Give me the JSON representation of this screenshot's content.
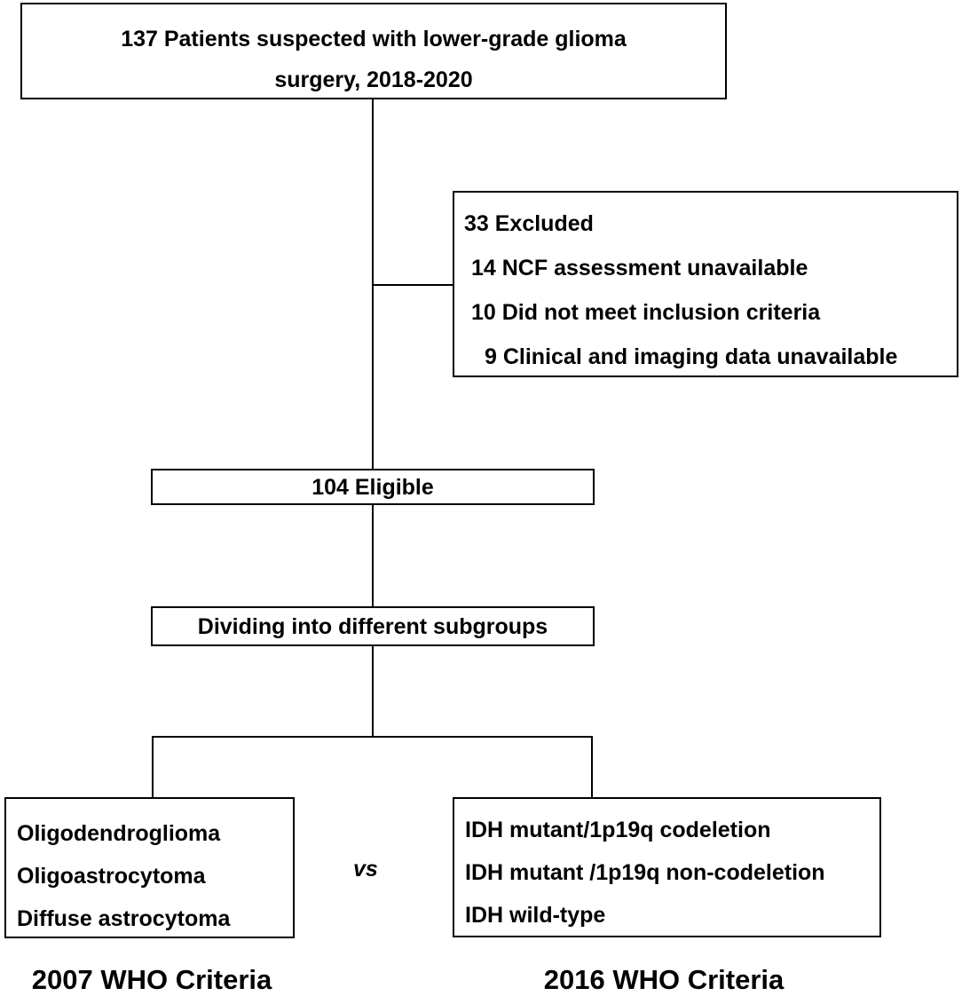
{
  "start_box": {
    "line1": "137 Patients suspected with lower-grade glioma",
    "line2": "surgery, 2018-2020"
  },
  "excluded_box": {
    "title": "33 Excluded",
    "items": [
      "14 NCF assessment unavailable",
      "10 Did not meet inclusion criteria",
      "9 Clinical and imaging data unavailable"
    ]
  },
  "eligible_box": {
    "label": "104 Eligible"
  },
  "subgroup_box": {
    "label": "Dividing into different subgroups"
  },
  "who2007_box": {
    "items": [
      "Oligodendroglioma",
      "Oligoastrocytoma",
      "Diffuse astrocytoma"
    ],
    "caption": "2007 WHO Criteria"
  },
  "who2016_box": {
    "items": [
      "IDH mutant/1p19q codeletion",
      "IDH mutant /1p19q non-codeletion",
      "IDH wild-type"
    ],
    "caption": "2016 WHO Criteria"
  },
  "versus_label": "vs"
}
